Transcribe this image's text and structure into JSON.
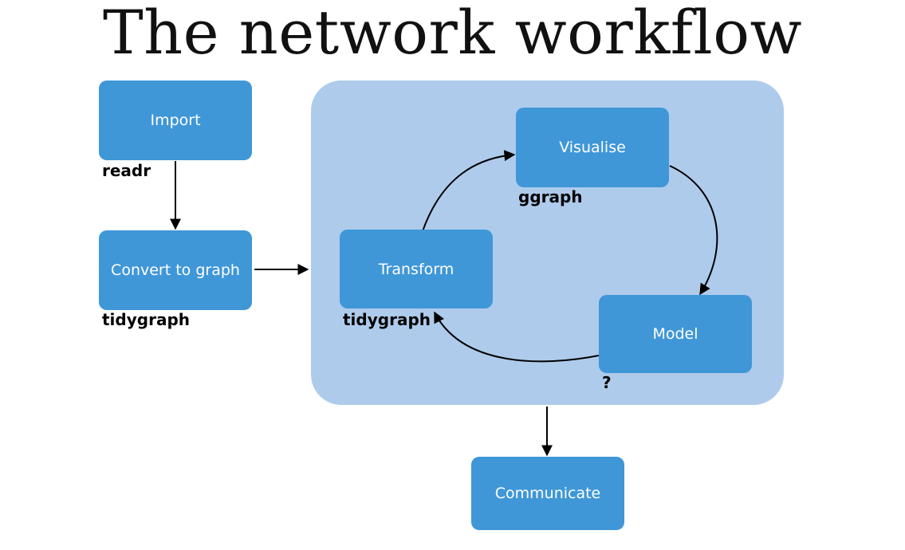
{
  "title": "The network workflow",
  "colors": {
    "node_fill": "#3f97d8",
    "node_text": "#ffffff",
    "group_fill": "#aecbeb",
    "edge": "#000000"
  },
  "nodes": {
    "import": {
      "label": "Import",
      "tool": "readr"
    },
    "convert": {
      "label": "Convert to graph",
      "tool": "tidygraph"
    },
    "transform": {
      "label": "Transform",
      "tool": "tidygraph"
    },
    "visualise": {
      "label": "Visualise",
      "tool": "ggraph"
    },
    "model": {
      "label": "Model",
      "tool": "?"
    },
    "communicate": {
      "label": "Communicate"
    }
  },
  "edges": [
    {
      "from": "Import",
      "to": "Convert to graph"
    },
    {
      "from": "Convert to graph",
      "to": "Transform/Visualise/Model cycle"
    },
    {
      "from": "Transform",
      "to": "Visualise"
    },
    {
      "from": "Visualise",
      "to": "Model"
    },
    {
      "from": "Model",
      "to": "Transform"
    },
    {
      "from": "Transform/Visualise/Model cycle",
      "to": "Communicate"
    }
  ]
}
